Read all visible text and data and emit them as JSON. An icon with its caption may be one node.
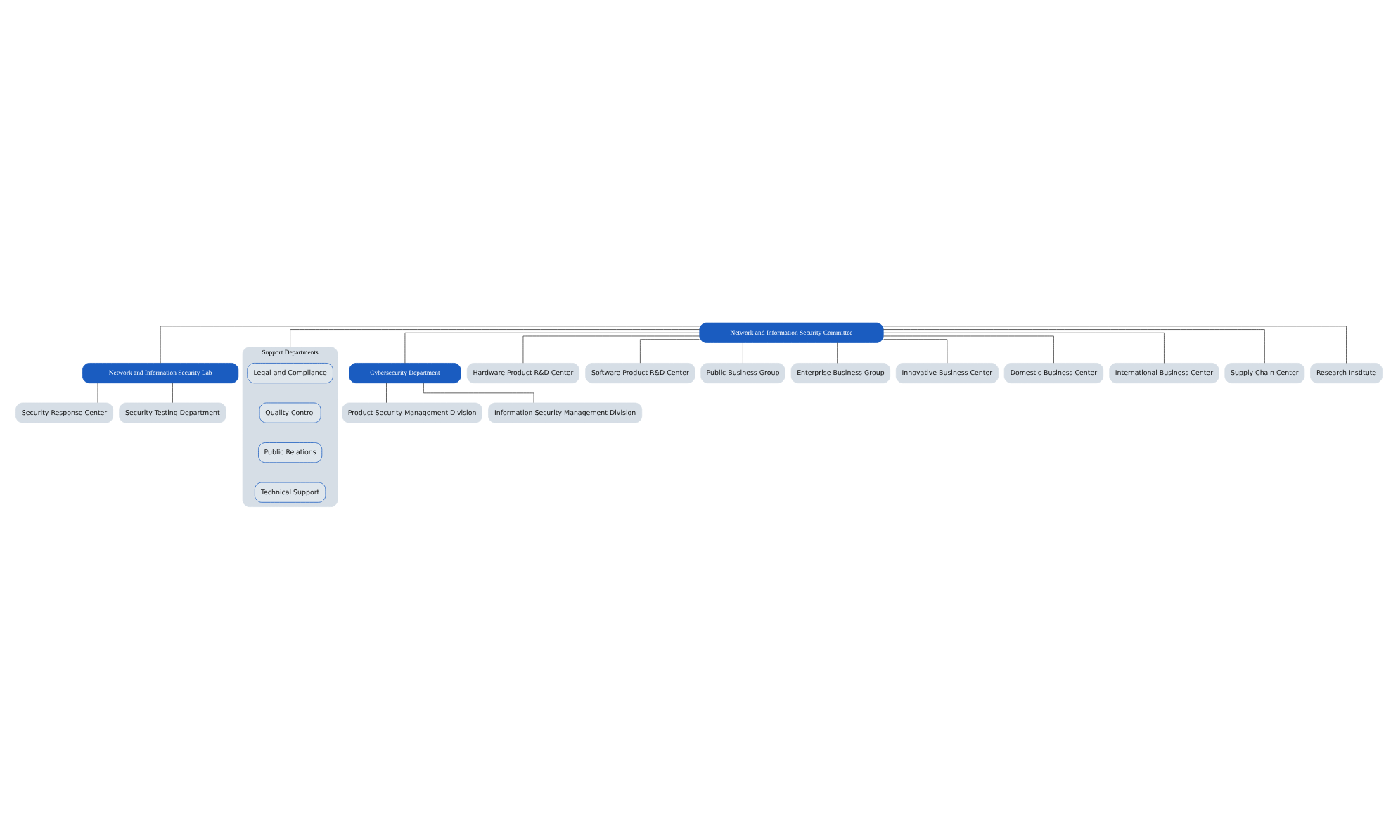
{
  "diagram": {
    "nodes": [
      {
        "text": [
          "Network and Information Security Committee"
        ]
      },
      {
        "text": [
          "Security Response Center"
        ]
      },
      {
        "text": [
          "Network and Information Security Lab"
        ]
      },
      {
        "text": [
          "Cybersecurity Department"
        ]
      },
      {
        "text": [
          "Product Security Management Division"
        ]
      },
      {
        "text": [
          "Security Testing Department"
        ]
      },
      {
        "text": [
          "Information Security Management Division"
        ]
      },
      {
        "text": [
          "Support Departments"
        ]
      },
      {
        "text": [
          "Legal and Compliance"
        ],
        "in": 7
      },
      {
        "text": [
          "Quality Control"
        ],
        "in": 7
      },
      {
        "text": [
          "Public Relations"
        ],
        "in": 7
      },
      {
        "text": [
          "Technical Support"
        ],
        "in": 7
      },
      {
        "text": [
          "Hardware Product R&D Center"
        ]
      },
      {
        "text": [
          "Software Product R&D Center"
        ]
      },
      {
        "text": [
          "Public Business Group"
        ]
      },
      {
        "text": [
          "Enterprise Business Group"
        ]
      },
      {
        "text": [
          "Innovative Business Center"
        ]
      },
      {
        "text": [
          "Domestic Business Center"
        ]
      },
      {
        "text": [
          "International Business Center"
        ]
      },
      {
        "text": [
          "Supply Chain Center"
        ]
      },
      {
        "text": [
          "Research Institute"
        ]
      }
    ],
    "edges": [
      {
        "from": 0,
        "to": 2,
        "arrow": "none"
      },
      {
        "from": 0,
        "to": 3,
        "arrow": "none"
      },
      {
        "from": 2,
        "to": 1,
        "arrow": "none"
      },
      {
        "from": 2,
        "to": 5,
        "arrow": "none"
      },
      {
        "from": 3,
        "to": 4,
        "arrow": "none"
      },
      {
        "from": 3,
        "to": 6,
        "arrow": "none"
      },
      {
        "from": 0,
        "to": 7,
        "arrow": "none"
      },
      {
        "from": 0,
        "to": 12,
        "arrow": "none"
      },
      {
        "from": 0,
        "to": 13,
        "arrow": "none"
      },
      {
        "from": 0,
        "to": 14,
        "arrow": "none"
      },
      {
        "from": 0,
        "to": 15,
        "arrow": "none"
      },
      {
        "from": 0,
        "to": 16,
        "arrow": "none"
      },
      {
        "from": 0,
        "to": 17,
        "arrow": "none"
      },
      {
        "from": 0,
        "to": 18,
        "arrow": "none"
      },
      {
        "from": 0,
        "to": 19,
        "arrow": "none"
      },
      {
        "from": 0,
        "to": 20,
        "arrow": "none"
      }
    ]
  }
}
